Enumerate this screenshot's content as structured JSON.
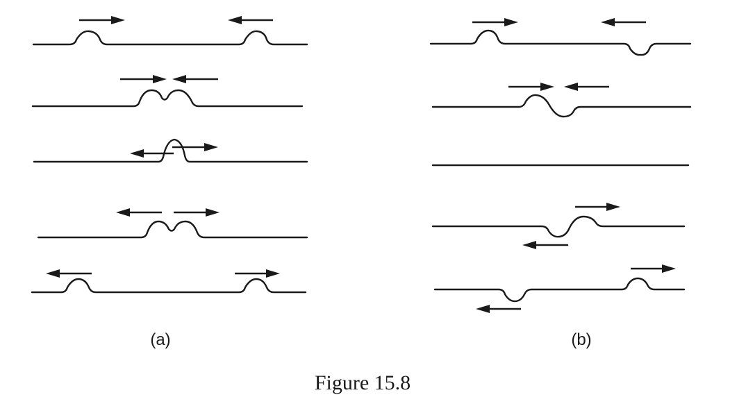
{
  "figure": {
    "caption": "Figure 15.8",
    "panels": [
      {
        "label": "(a)",
        "description_note": "",
        "rows": 5
      },
      {
        "label": "(b)",
        "rows": 5
      }
    ]
  },
  "colors": {
    "ink": "#1a1a1a",
    "background": "#ffffff"
  }
}
